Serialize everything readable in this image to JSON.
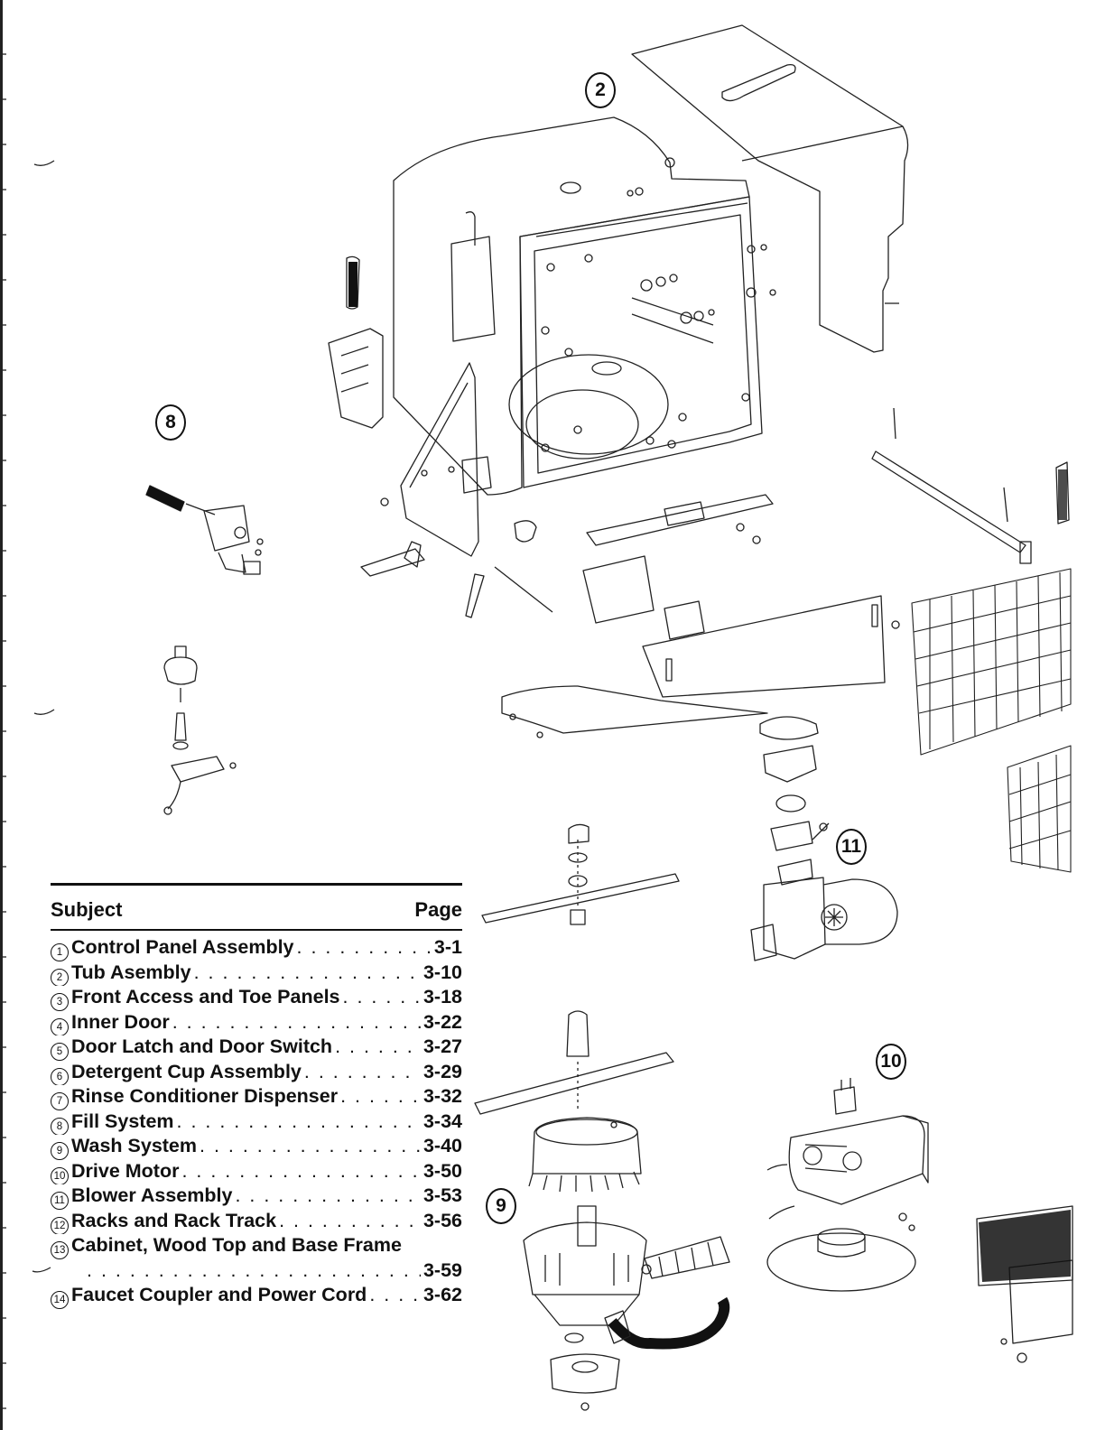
{
  "callouts": {
    "tub": "2",
    "fill": "8",
    "blower": "11",
    "drive": "10",
    "wash": "9"
  },
  "toc": {
    "header": {
      "subject": "Subject",
      "page": "Page"
    },
    "items": [
      {
        "num": "1",
        "title": "Control Panel Assembly",
        "page": "3-1"
      },
      {
        "num": "2",
        "title": "Tub Asembly",
        "page": "3-10"
      },
      {
        "num": "3",
        "title": "Front Access and Toe Panels",
        "page": "3-18"
      },
      {
        "num": "4",
        "title": "Inner Door",
        "page": "3-22"
      },
      {
        "num": "5",
        "title": "Door Latch and Door Switch",
        "page": "3-27"
      },
      {
        "num": "6",
        "title": "Detergent Cup Assembly",
        "page": "3-29"
      },
      {
        "num": "7",
        "title": "Rinse Conditioner Dispenser",
        "page": "3-32"
      },
      {
        "num": "8",
        "title": "Fill System",
        "page": "3-34"
      },
      {
        "num": "9",
        "title": "Wash System",
        "page": "3-40"
      },
      {
        "num": "10",
        "title": "Drive Motor",
        "page": "3-50"
      },
      {
        "num": "11",
        "title": "Blower Assembly",
        "page": "3-53"
      },
      {
        "num": "12",
        "title": "Racks and Rack Track",
        "page": "3-56"
      },
      {
        "num": "13",
        "title": "Cabinet, Wood Top and Base Frame",
        "page": "3-59"
      },
      {
        "num": "14",
        "title": "Faucet Coupler and Power Cord",
        "page": "3-62"
      }
    ]
  }
}
